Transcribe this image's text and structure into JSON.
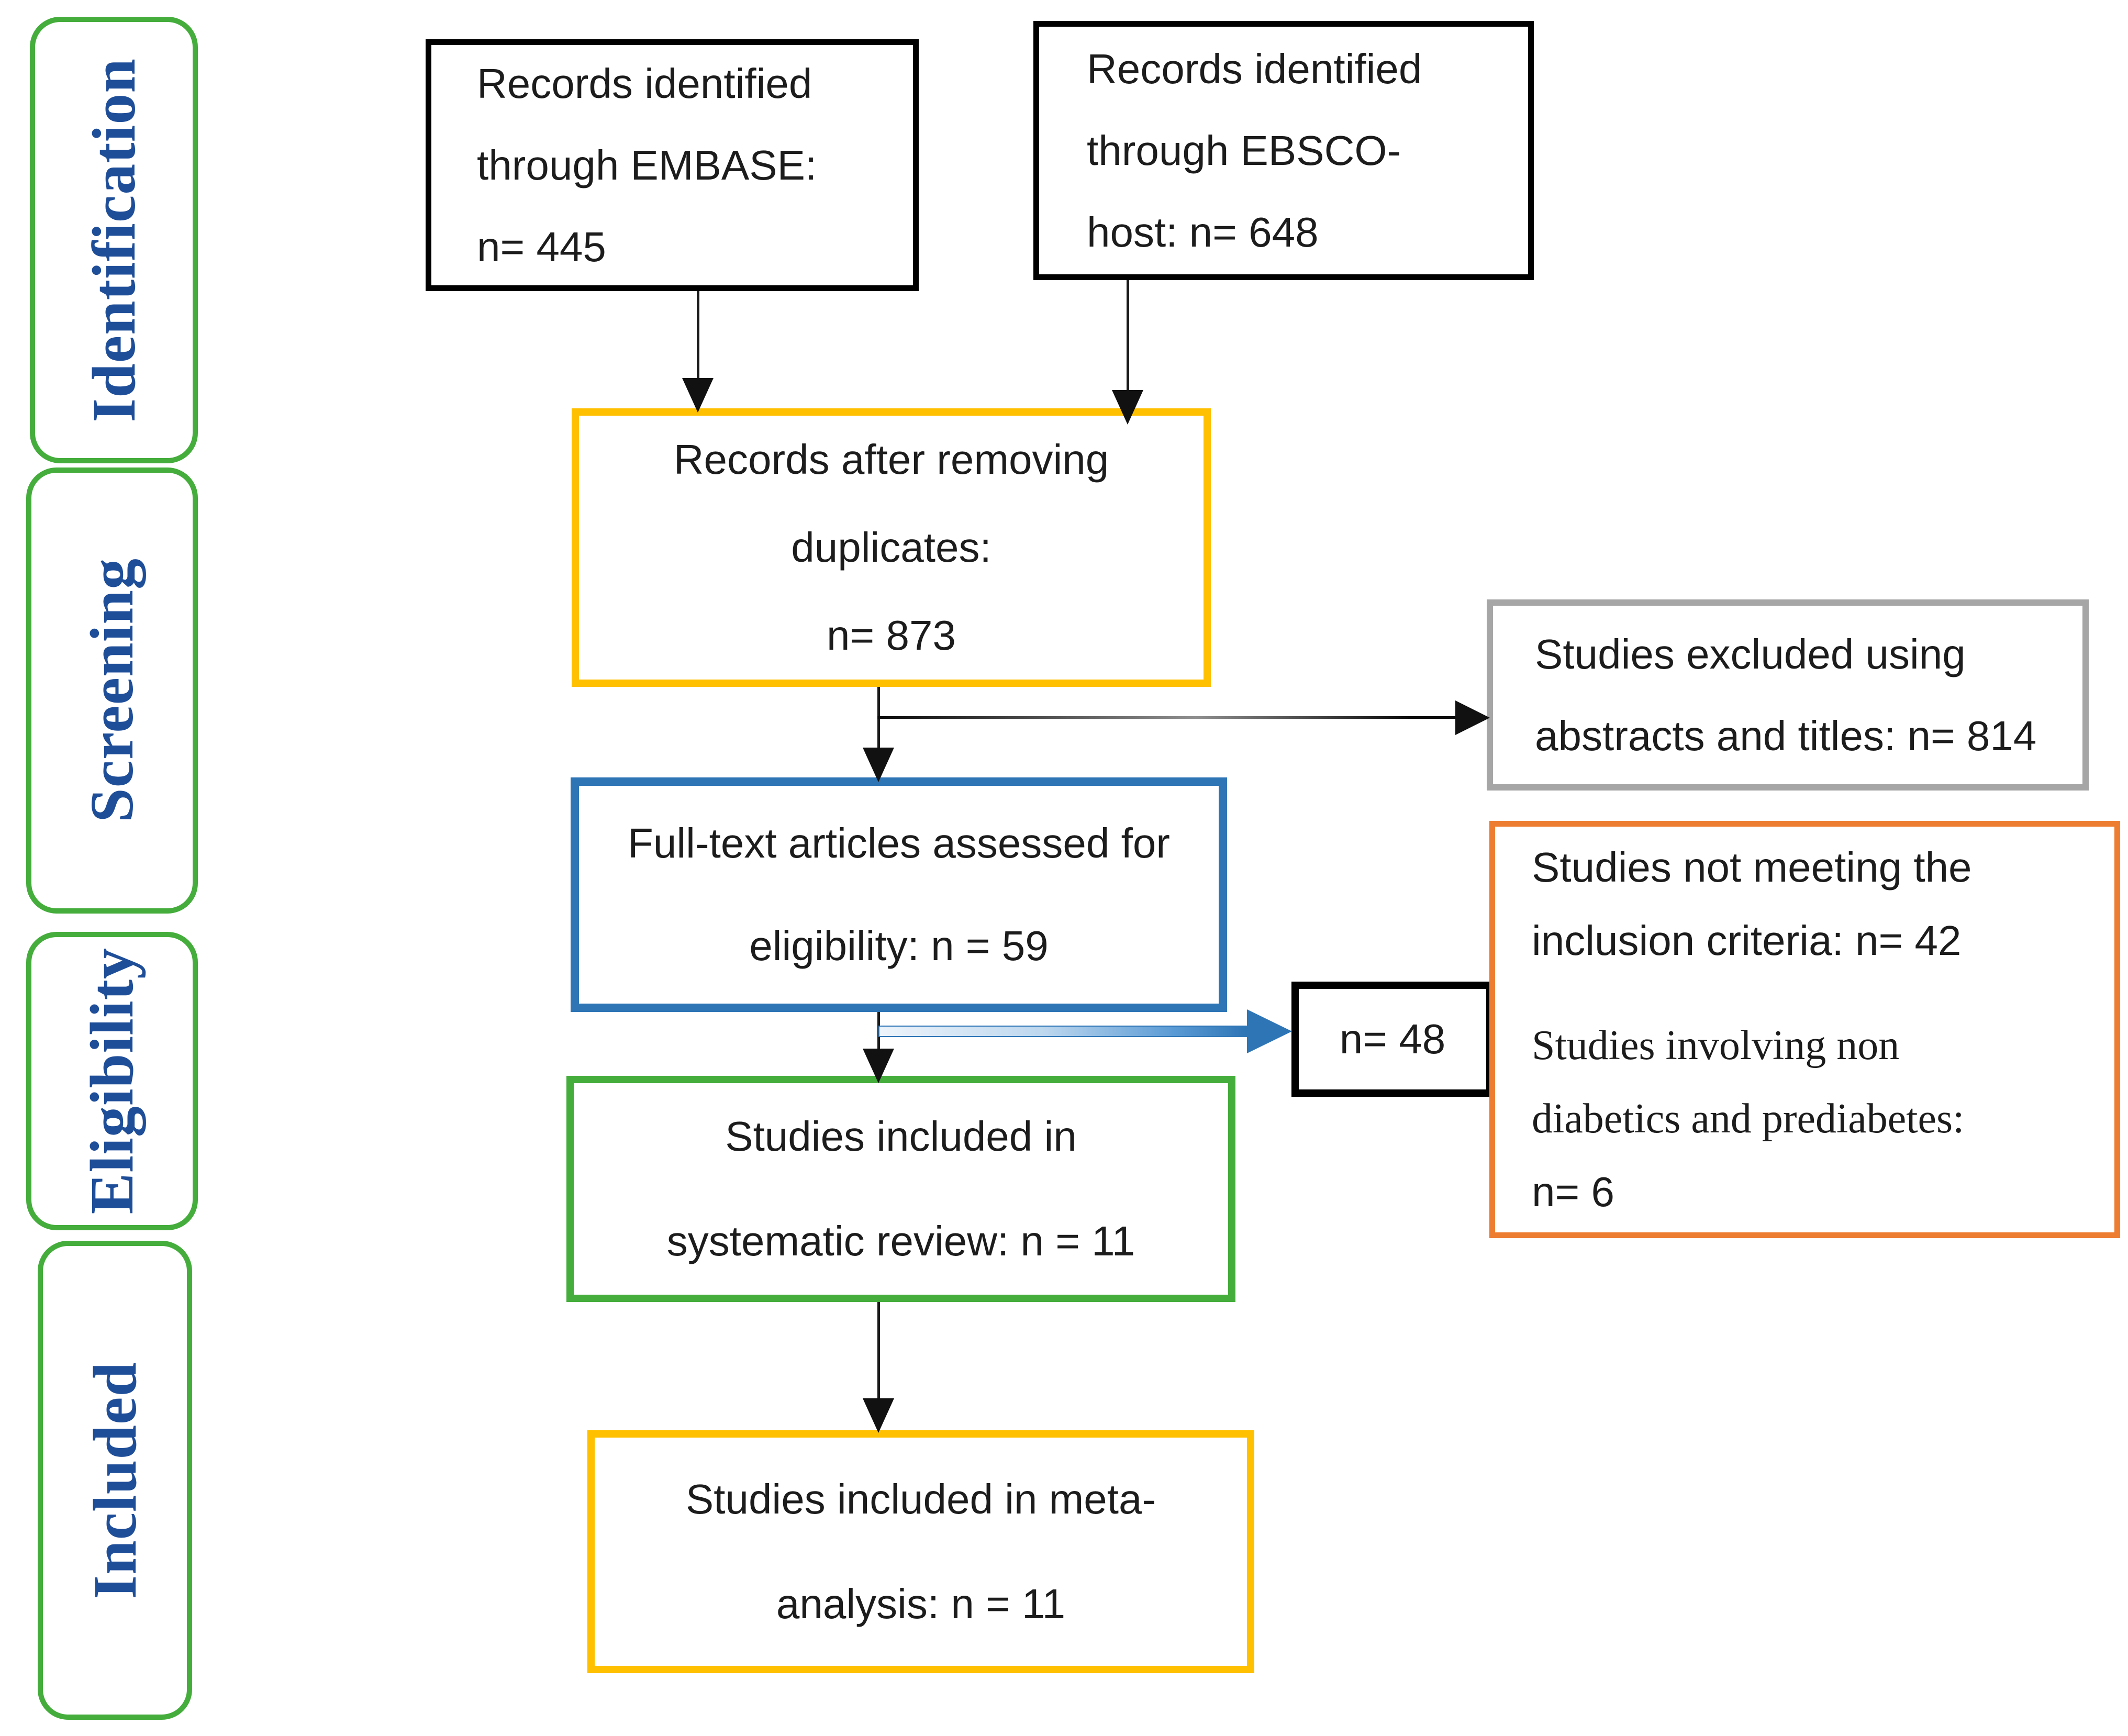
{
  "figure": {
    "kind": "PRISMA flow diagram",
    "background": "#FFFFFF"
  },
  "palette": {
    "stage_border_green": "#44AD3B",
    "stage_label_blue": "#1F4E99",
    "box_black": "#000000",
    "box_gold": "#FFC000",
    "box_gray": "#A6A6A6",
    "box_blue": "#2E75B6",
    "box_green": "#44AD3B",
    "box_orange": "#ED7D31",
    "arrow_black": "#111111",
    "arrow_blue": "#2E75B6",
    "arrow_blue_tail": "#EEF4FB",
    "text": "#1C1C1C"
  },
  "stages": [
    {
      "label": "Identification"
    },
    {
      "label": "Screening"
    },
    {
      "label": "Eligibility"
    },
    {
      "label": "Included"
    }
  ],
  "boxes": {
    "embase": {
      "n": 445,
      "lines": [
        "Records identified",
        "through EMBASE:",
        "n= 445"
      ]
    },
    "ebsco": {
      "n": 648,
      "lines": [
        "Records identified",
        "through EBSCO-",
        "host: n= 648"
      ]
    },
    "duplicates": {
      "n": 873,
      "lines": [
        "Records after removing",
        "duplicates:",
        "n= 873"
      ]
    },
    "excluded_abstracts": {
      "n": 814,
      "lines": [
        "Studies excluded using",
        "abstracts and titles: n= 814"
      ]
    },
    "fulltext": {
      "n": 59,
      "lines": [
        "Full-text articles assessed for",
        "eligibility: n = 59"
      ]
    },
    "excluded_fulltext": {
      "n": 48,
      "lines": [
        "n= 48"
      ]
    },
    "exclusion_reasons": {
      "para1": [
        "Studies not meeting the",
        "inclusion criteria: n= 42"
      ],
      "para2": [
        "Studies involving non",
        "diabetics and prediabetes:",
        "n= 6"
      ],
      "n_not_meeting": 42,
      "n_non_diabetic": 6
    },
    "systematic_review": {
      "n": 11,
      "lines": [
        "Studies included in",
        "systematic review: n = 11"
      ]
    },
    "meta_analysis": {
      "n": 11,
      "lines": [
        "Studies included in meta-",
        "analysis: n = 11"
      ]
    }
  }
}
